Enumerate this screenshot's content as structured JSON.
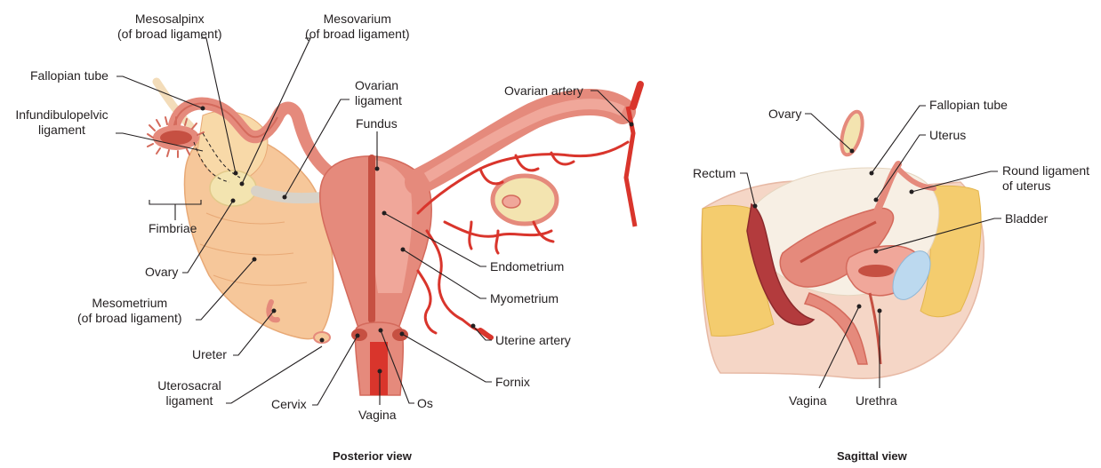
{
  "colors": {
    "uterus": "#e58a7c",
    "uterus_dark": "#d46a5c",
    "vessel": "#d9352c",
    "ligament": "#f6c79a",
    "ligament_shadow": "#e8a976",
    "ovary": "#f3e4b0",
    "fat": "#f4cc6e",
    "skin": "#f5d6c6",
    "bladder_fill": "#bcd9ef",
    "rectum": "#b33b3d",
    "text": "#231f20"
  },
  "posterior": {
    "caption": "Posterior view",
    "labels": {
      "mesosalpinx_1": "Mesosalpinx",
      "mesosalpinx_2": "(of broad ligament)",
      "mesovarium_1": "Mesovarium",
      "mesovarium_2": "(of broad ligament)",
      "fallopian_tube": "Fallopian tube",
      "infundibulopelvic_1": "Infundibulopelvic",
      "infundibulopelvic_2": "ligament",
      "fimbriae": "Fimbriae",
      "ovary": "Ovary",
      "mesometrium_1": "Mesometrium",
      "mesometrium_2": "(of broad ligament)",
      "ureter": "Ureter",
      "uterosacral_1": "Uterosacral",
      "uterosacral_2": "ligament",
      "cervix": "Cervix",
      "vagina": "Vagina",
      "os": "Os",
      "ovarian_ligament_1": "Ovarian",
      "ovarian_ligament_2": "ligament",
      "fundus": "Fundus",
      "ovarian_artery": "Ovarian artery",
      "endometrium": "Endometrium",
      "myometrium": "Myometrium",
      "uterine_artery": "Uterine artery",
      "fornix": "Fornix"
    }
  },
  "sagittal": {
    "caption": "Sagittal view",
    "labels": {
      "ovary": "Ovary",
      "fallopian_tube": "Fallopian tube",
      "uterus": "Uterus",
      "rectum": "Rectum",
      "round_ligament_1": "Round ligament",
      "round_ligament_2": "of uterus",
      "bladder": "Bladder",
      "vagina": "Vagina",
      "urethra": "Urethra"
    }
  }
}
